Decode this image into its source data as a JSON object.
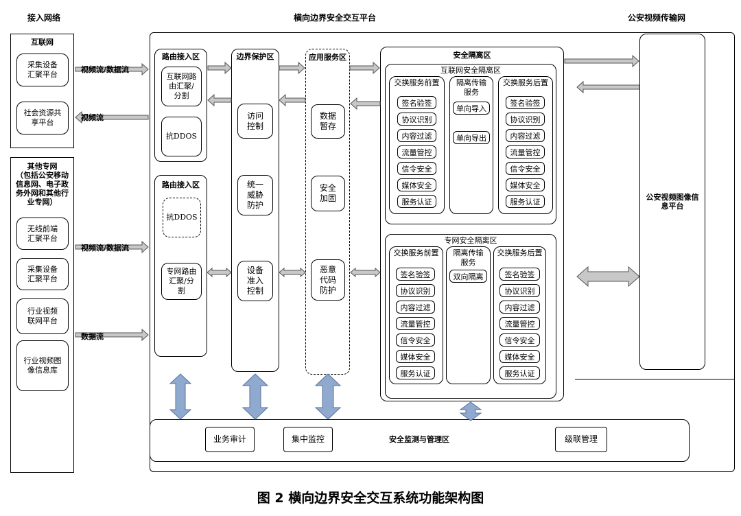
{
  "headers": {
    "access_network": "接入网络",
    "platform": "横向边界安全交互平台",
    "police_network": "公安视频传输网"
  },
  "internet": {
    "title": "互联网",
    "collect_platform": "采集设备\n汇聚平台",
    "social_platform": "社会资源共\n享平台"
  },
  "other_network": {
    "title": "其他专网\n（包括公安移动\n信息网、电子政\n务外网和其他行\n业专网）",
    "wireless_platform": "无线前端\n汇聚平台",
    "collect_platform": "采集设备\n汇聚平台",
    "industry_video_platform": "行业视频\n联网平台",
    "industry_video_db": "行业视频图\n像信息库"
  },
  "flows": {
    "video_data_1": "视频流/数据流",
    "video_1": "视频流",
    "video_data_2": "视频流/数据流",
    "data_1": "数据流"
  },
  "route_zone_1": {
    "title": "路由接入区",
    "internet_router": "互联网路\n由汇聚/\n分割",
    "anti_ddos": "抗DDOS"
  },
  "route_zone_2": {
    "title": "路由接入区",
    "anti_ddos": "抗DDOS",
    "private_router": "专网路由\n汇聚/分\n割"
  },
  "border_zone": {
    "title": "边界保护区",
    "access_control": "访问\n控制",
    "threat_defense": "统一\n威胁\n防护",
    "device_admission": "设备\n准入\n控制"
  },
  "app_zone": {
    "title": "应用服务区",
    "data_cache": "数据\n暂存",
    "security_hardening": "安全\n加固",
    "malware_defense": "恶意\n代码\n防护"
  },
  "isolation_zone": {
    "title": "安全隔离区",
    "internet_iso": {
      "title": "互联网安全隔离区",
      "front_title": "交换服务前置",
      "middle_title": "隔离传输\n服务",
      "back_title": "交换服务后置",
      "front_items": [
        "签名验签",
        "协议识别",
        "内容过滤",
        "流量管控",
        "信令安全",
        "媒体安全",
        "服务认证"
      ],
      "middle_items": [
        "单向导入",
        "单向导出"
      ],
      "back_items": [
        "签名验签",
        "协议识别",
        "内容过滤",
        "流量管控",
        "信令安全",
        "媒体安全",
        "服务认证"
      ]
    },
    "private_iso": {
      "title": "专网安全隔离区",
      "front_title": "交换服务前置",
      "middle_title": "隔离传输\n服务",
      "back_title": "交换服务后置",
      "front_items": [
        "签名验签",
        "协议识别",
        "内容过滤",
        "流量管控",
        "信令安全",
        "媒体安全",
        "服务认证"
      ],
      "middle_items": [
        "双向隔离"
      ],
      "back_items": [
        "签名验签",
        "协议识别",
        "内容过滤",
        "流量管控",
        "信令安全",
        "媒体安全",
        "服务认证"
      ]
    }
  },
  "police_platform": "公安视频图像信\n息平台",
  "monitor_zone": {
    "title": "安全监测与管理区",
    "business_audit": "业务审计",
    "central_monitor": "集中监控",
    "cascade_mgmt": "级联管理"
  },
  "caption": "图 2 横向边界安全交互系统功能架构图"
}
